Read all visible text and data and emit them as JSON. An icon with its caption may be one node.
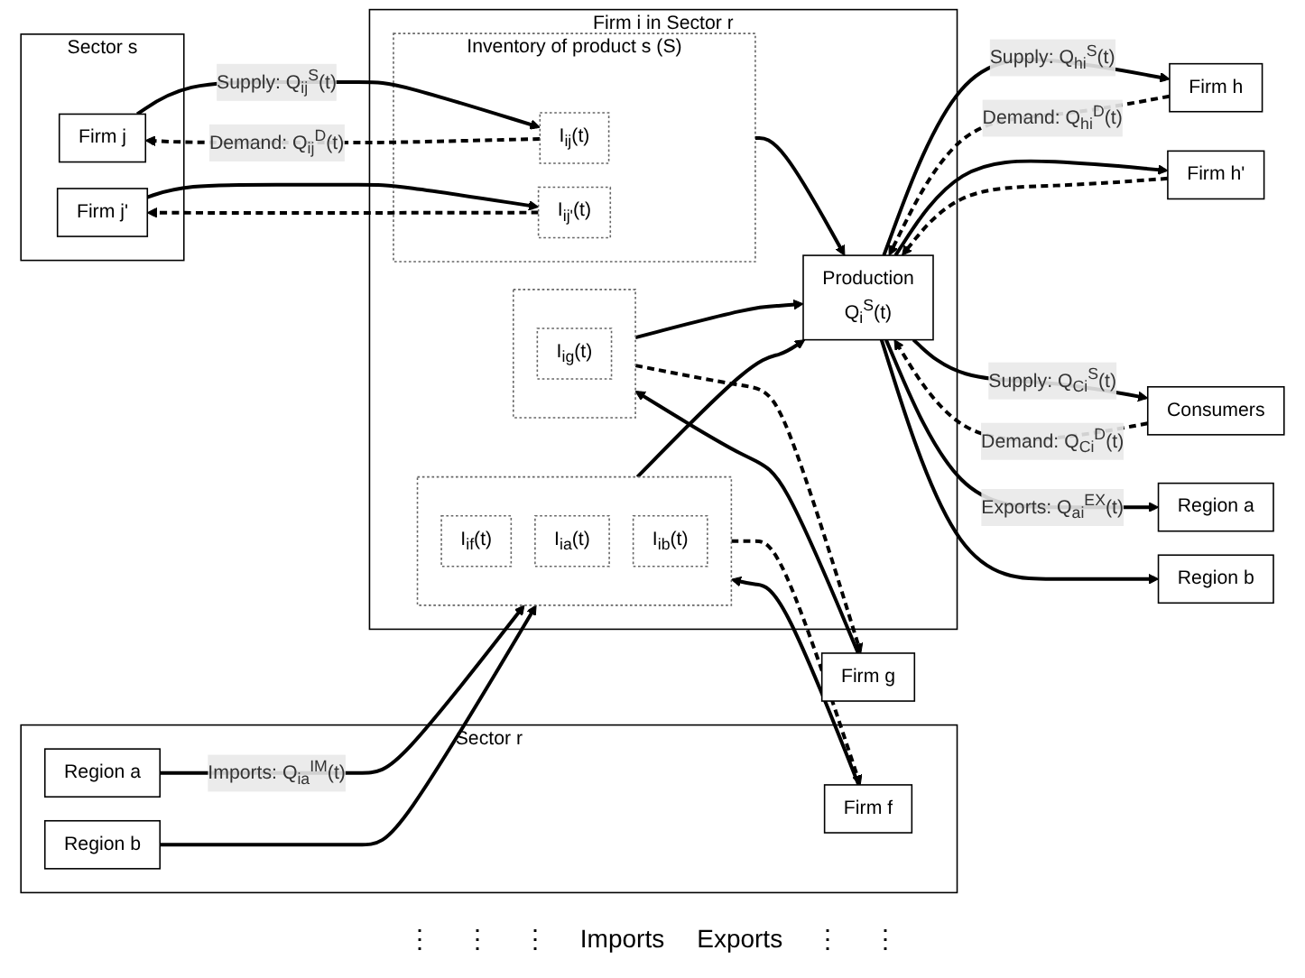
{
  "diagram": {
    "nodes": [
      {
        "text": [
          "Firm i in Sector r"
        ]
      },
      {
        "text": [
          "Sector s"
        ]
      },
      {
        "text": [
          "Firm j"
        ],
        "in": 1
      },
      {
        "text": [
          "Firm j'"
        ],
        "in": 1
      },
      {
        "text": [
          "Inventory of product s (S)"
        ],
        "in": 0
      },
      {
        "text": [
          "I$_{ij}$(t)"
        ],
        "in": 4
      },
      {
        "text": [
          "I$_{ij'}$(t)"
        ],
        "in": 4
      },
      {
        "text": [
          "Production",
          "Q$_{i}$$^{S}$(t)"
        ],
        "in": 0
      },
      {
        "text": [
          "Firm h"
        ]
      },
      {
        "text": [
          "Firm h'"
        ]
      },
      {
        "text": [
          "Firm g"
        ]
      },
      {
        "text": [],
        "shape": "box",
        "in": 0
      },
      {
        "text": [
          "I$_{ig}$(t)"
        ],
        "in": 11
      },
      {
        "text": [
          "Consumers"
        ]
      },
      {
        "text": [
          "Sector r"
        ]
      },
      {
        "text": [
          "Firm f"
        ],
        "in": 14
      },
      {
        "text": [],
        "shape": "box",
        "in": 0
      },
      {
        "text": [
          "I$_{if}$(t)"
        ],
        "in": 16
      },
      {
        "text": [
          "Region a"
        ],
        "in": 14
      },
      {
        "text": [
          "I$_{ia}$(t)"
        ],
        "in": 16
      },
      {
        "text": [
          "Region b"
        ],
        "in": 14
      },
      {
        "text": [
          "I$_{ib}$(t)"
        ],
        "in": 16
      },
      {
        "text": [
          "Region a"
        ]
      },
      {
        "text": [
          "Region b"
        ]
      }
    ],
    "edges": [
      {
        "from": 2,
        "to": 5,
        "arrow": "to",
        "label": "Supply: Q$_{ij}$$^{S}$(t)"
      },
      {
        "from": 5,
        "to": 2,
        "arrow": "to",
        "label": "Demand: Q$_{ij}$$^{D}$(t)",
        "style": "dashed"
      },
      {
        "from": 3,
        "to": 6,
        "arrow": "to"
      },
      {
        "from": 6,
        "to": 3,
        "arrow": "to",
        "style": "dashed"
      },
      {
        "from": 4,
        "to": 7,
        "arrow": "to"
      },
      {
        "from": 10,
        "to": 11,
        "arrow": "to"
      },
      {
        "from": 11,
        "to": 10,
        "arrow": "to",
        "style": "dashed"
      },
      {
        "from": 11,
        "to": 7,
        "arrow": "to"
      },
      {
        "from": 15,
        "to": 16,
        "arrow": "to"
      },
      {
        "from": 16,
        "to": 15,
        "arrow": "to",
        "style": "dashed"
      },
      {
        "from": 18,
        "to": 16,
        "arrow": "to",
        "label": "Imports: Q$_{ia}$$^{IM}$(t)"
      },
      {
        "from": 20,
        "to": 16,
        "arrow": "to"
      },
      {
        "from": 16,
        "to": 7,
        "arrow": "to"
      },
      {
        "from": 7,
        "to": 8,
        "arrow": "to",
        "label": "Supply: Q$_{hi}$$^{S}$(t)"
      },
      {
        "from": 8,
        "to": 7,
        "arrow": "to",
        "label": "Demand: Q$_{hi}$$^{D}$(t)",
        "style": "dashed"
      },
      {
        "from": 7,
        "to": 9,
        "arrow": "to"
      },
      {
        "from": 9,
        "to": 7,
        "arrow": "to",
        "style": "dashed"
      },
      {
        "from": 7,
        "to": 13,
        "arrow": "to",
        "label": "Supply: Q$_{Ci}$$^{S}$(t)"
      },
      {
        "from": 13,
        "to": 7,
        "arrow": "to",
        "label": "Demand: Q$_{Ci}$$^{D}$(t)",
        "style": "dashed"
      },
      {
        "from": 7,
        "to": 22,
        "arrow": "to",
        "label": "Exports: Q$_{ai}$$^{EX}$(t)"
      },
      {
        "from": 7,
        "to": 23,
        "arrow": "to"
      }
    ],
    "labels": [
      "⋮",
      "⋮",
      "⋮",
      "Imports",
      "Exports",
      "⋮",
      "⋮"
    ]
  }
}
